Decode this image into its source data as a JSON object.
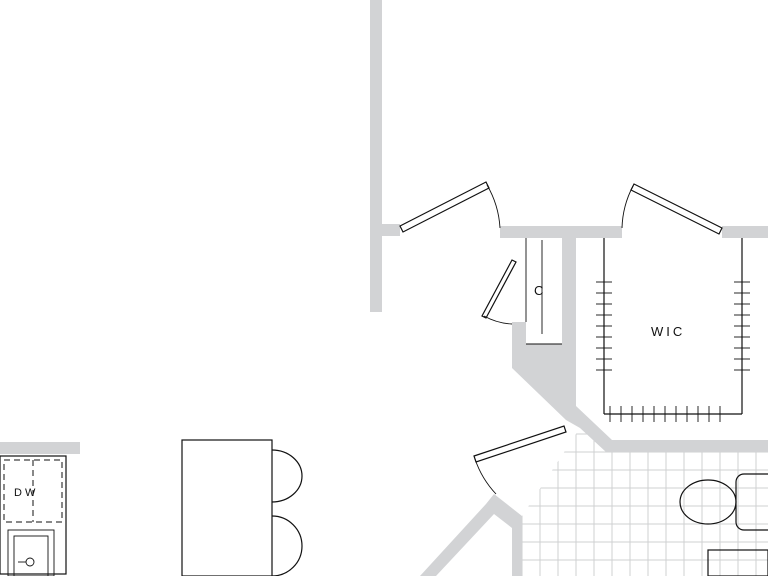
{
  "labels": {
    "closet": "C",
    "walk_in_closet": "WIC",
    "dishwasher": "DW"
  },
  "colors": {
    "wall": "#d2d3d5",
    "line": "#111111",
    "tile": "#cfd0d2",
    "background": "#ffffff"
  },
  "icons": [
    "toilet-icon",
    "sink-icon",
    "door-swing-icon",
    "stool-icon",
    "shelf-rod-icon"
  ]
}
